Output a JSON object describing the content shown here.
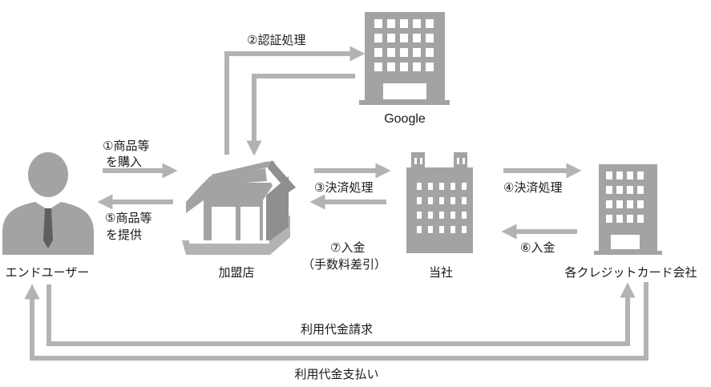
{
  "nodes": {
    "google": {
      "label": "Google",
      "icon": "office-building-icon"
    },
    "end_user": {
      "label": "エンドユーザー",
      "icon": "person-icon"
    },
    "merchant": {
      "label": "加盟店",
      "icon": "storefront-icon"
    },
    "company": {
      "label": "当社",
      "icon": "building-icon"
    },
    "card_companies": {
      "label": "各クレジットカード会社",
      "icon": "office-building-icon"
    }
  },
  "edges": {
    "step1_line1": "①商品等",
    "step1_line2": "を購入",
    "step5_line1": "⑤商品等",
    "step5_line2": "を提供",
    "step2": "②認証処理",
    "step3": "③決済処理",
    "step7_line1": "⑦入金",
    "step7_line2": "（手数料差引）",
    "step4": "④決済処理",
    "step6": "⑥入金",
    "usage_billing": "利用代金請求",
    "usage_payment": "利用代金支払い"
  },
  "colors": {
    "icon": "#a3a3a3",
    "arrow": "#b3b3b3",
    "text": "#1a1a1a"
  }
}
